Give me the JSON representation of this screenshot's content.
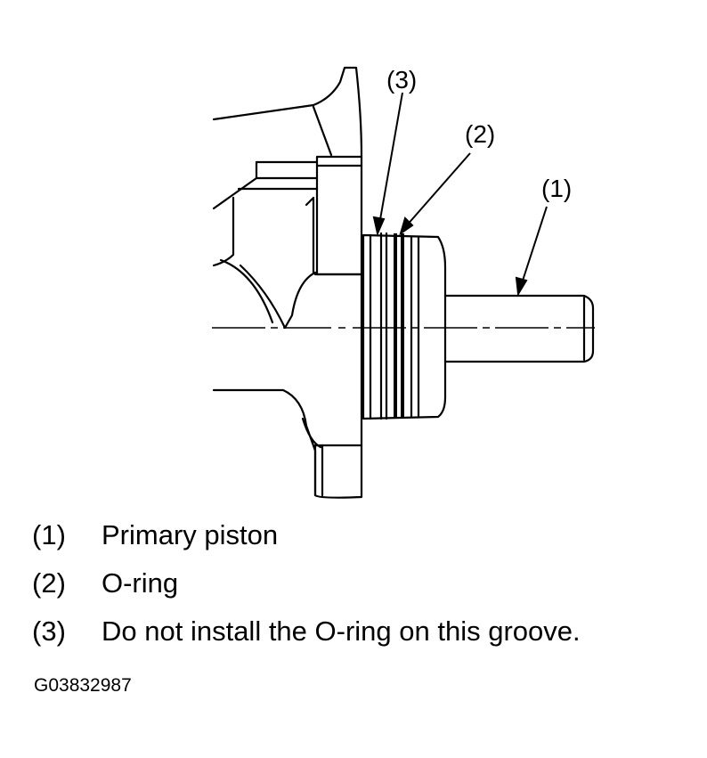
{
  "callouts": [
    {
      "id": "3",
      "label": "(3)"
    },
    {
      "id": "2",
      "label": "(2)"
    },
    {
      "id": "1",
      "label": "(1)"
    }
  ],
  "legend": [
    {
      "num": "(1)",
      "text": "Primary piston"
    },
    {
      "num": "(2)",
      "text": "O-ring"
    },
    {
      "num": "(3)",
      "text": "Do not install the O-ring on this groove."
    }
  ],
  "figure_code": "G03832987",
  "colors": {
    "ink": "#000000",
    "paper": "#ffffff"
  }
}
